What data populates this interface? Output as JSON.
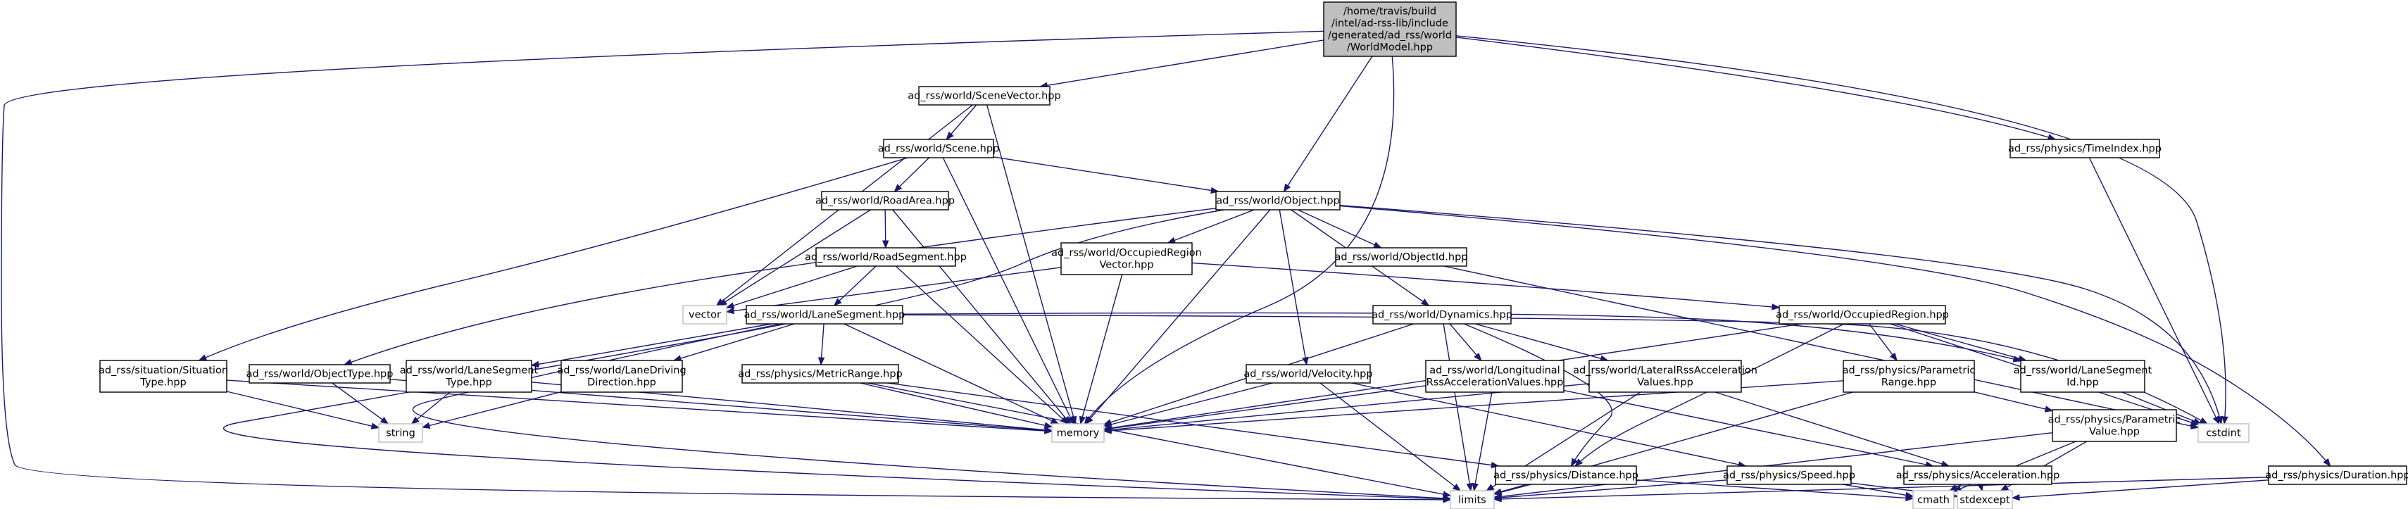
{
  "colors": {
    "edge": "#191970",
    "root_fill": "#bfbfbf",
    "node_border": "#000000",
    "system_border": "#bfbfbf",
    "background": "#ffffff"
  },
  "nodes": {
    "root": {
      "lines": [
        "/home/travis/build",
        "/intel/ad-rss-lib/include",
        "/generated/ad_rss/world",
        "/WorldModel.hpp"
      ]
    },
    "sceneVector": {
      "lines": [
        "ad_rss/world/SceneVector.hpp"
      ]
    },
    "scene": {
      "lines": [
        "ad_rss/world/Scene.hpp"
      ]
    },
    "roadArea": {
      "lines": [
        "ad_rss/world/RoadArea.hpp"
      ]
    },
    "roadSegment": {
      "lines": [
        "ad_rss/world/RoadSegment.hpp"
      ]
    },
    "object": {
      "lines": [
        "ad_rss/world/Object.hpp"
      ]
    },
    "occRegionVec": {
      "lines": [
        "ad_rss/world/OccupiedRegion",
        "Vector.hpp"
      ]
    },
    "objectId": {
      "lines": [
        "ad_rss/world/ObjectId.hpp"
      ]
    },
    "timeIndex": {
      "lines": [
        "ad_rss/physics/TimeIndex.hpp"
      ]
    },
    "vector": {
      "lines": [
        "vector"
      ]
    },
    "laneSegment": {
      "lines": [
        "ad_rss/world/LaneSegment.hpp"
      ]
    },
    "dynamics": {
      "lines": [
        "ad_rss/world/Dynamics.hpp"
      ]
    },
    "occRegion": {
      "lines": [
        "ad_rss/world/OccupiedRegion.hpp"
      ]
    },
    "situationType": {
      "lines": [
        "ad_rss/situation/Situation",
        "Type.hpp"
      ]
    },
    "objectType": {
      "lines": [
        "ad_rss/world/ObjectType.hpp"
      ]
    },
    "laneSegType": {
      "lines": [
        "ad_rss/world/LaneSegment",
        "Type.hpp"
      ]
    },
    "laneDrivingDir": {
      "lines": [
        "ad_rss/world/LaneDriving",
        "Direction.hpp"
      ]
    },
    "metricRange": {
      "lines": [
        "ad_rss/physics/MetricRange.hpp"
      ]
    },
    "velocity": {
      "lines": [
        "ad_rss/world/Velocity.hpp"
      ]
    },
    "longitudinal": {
      "lines": [
        "ad_rss/world/Longitudinal",
        "RssAccelerationValues.hpp"
      ]
    },
    "lateral": {
      "lines": [
        "ad_rss/world/LateralRssAcceleration",
        "Values.hpp"
      ]
    },
    "paramRange": {
      "lines": [
        "ad_rss/physics/Parametric",
        "Range.hpp"
      ]
    },
    "laneSegId": {
      "lines": [
        "ad_rss/world/LaneSegment",
        "Id.hpp"
      ]
    },
    "paramValue": {
      "lines": [
        "ad_rss/physics/Parametric",
        "Value.hpp"
      ]
    },
    "string": {
      "lines": [
        "string"
      ]
    },
    "memory": {
      "lines": [
        "memory"
      ]
    },
    "cstdint": {
      "lines": [
        "cstdint"
      ]
    },
    "distance": {
      "lines": [
        "ad_rss/physics/Distance.hpp"
      ]
    },
    "speed": {
      "lines": [
        "ad_rss/physics/Speed.hpp"
      ]
    },
    "acceleration": {
      "lines": [
        "ad_rss/physics/Acceleration.hpp"
      ]
    },
    "duration": {
      "lines": [
        "ad_rss/physics/Duration.hpp"
      ]
    },
    "limits": {
      "lines": [
        "limits"
      ]
    },
    "cmath": {
      "lines": [
        "cmath"
      ]
    },
    "stdexcept": {
      "lines": [
        "stdexcept"
      ]
    }
  }
}
